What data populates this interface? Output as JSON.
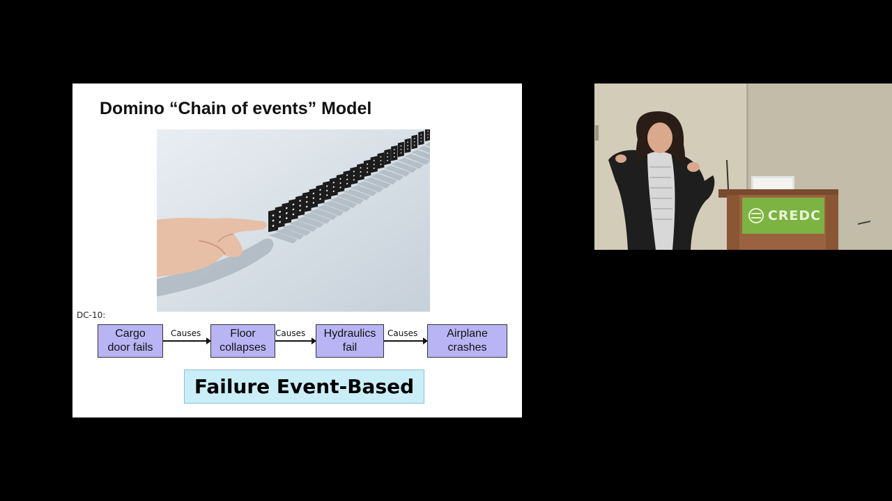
{
  "slide": {
    "title": "Domino “Chain of events” Model",
    "dc_label": "DC-10:",
    "flow": [
      {
        "line1": "Cargo",
        "line2": "door fails"
      },
      {
        "line1": "Floor",
        "line2": "collapses"
      },
      {
        "line1": "Hydraulics",
        "line2": "fail"
      },
      {
        "line1": "Airplane",
        "line2": "crashes"
      }
    ],
    "connector_label": "Causes",
    "banner": "Failure Event-Based"
  },
  "video": {
    "logo_text": "CREDC"
  },
  "colors": {
    "background": "#000000",
    "flow_box": "#b9b4f4",
    "banner": "#c9eef8",
    "logo_green": "#7cb342"
  },
  "icons": {
    "logo": "credc-logo-icon"
  }
}
